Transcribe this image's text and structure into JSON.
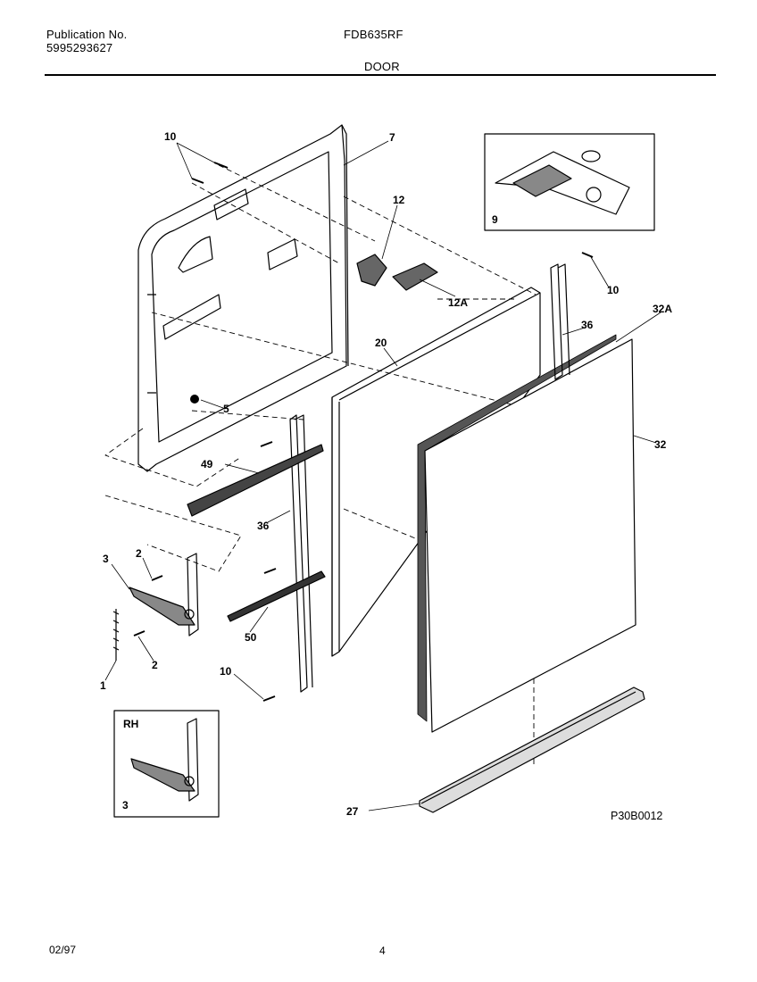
{
  "header": {
    "publication_label": "Publication No.",
    "publication_number": "5995293627",
    "model": "FDB635RF",
    "section": "DOOR"
  },
  "diagram": {
    "callouts": {
      "p10a": "10",
      "p7": "7",
      "p12": "12",
      "p12a": "12A",
      "p9": "9",
      "p10b": "10",
      "p36a": "36",
      "p32a": "32A",
      "p20": "20",
      "p5": "5",
      "p32": "32",
      "p49": "49",
      "p36b": "36",
      "p3": "3",
      "p2a": "2",
      "p2b": "2",
      "p1": "1",
      "p50": "50",
      "p10c": "10",
      "p27": "27",
      "inset_rh_label": "RH",
      "inset_rh_part": "3"
    },
    "drawing_code": "P30B0012"
  },
  "footer": {
    "date": "02/97",
    "page": "4"
  }
}
